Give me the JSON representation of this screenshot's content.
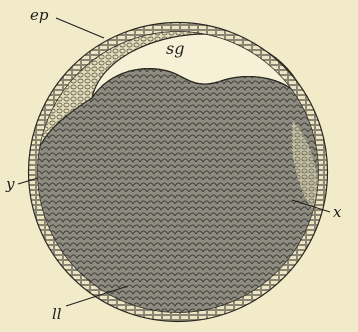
{
  "figure": {
    "labels": {
      "ep": "ep",
      "sg": "sg",
      "y": "y",
      "x": "x",
      "ll": "ll"
    },
    "colors": {
      "paper": "#f1ebc9",
      "ink": "#1e1e1e",
      "yolk_fill": "#8e8c80",
      "cavity_fill": "#f6f1d6"
    }
  }
}
